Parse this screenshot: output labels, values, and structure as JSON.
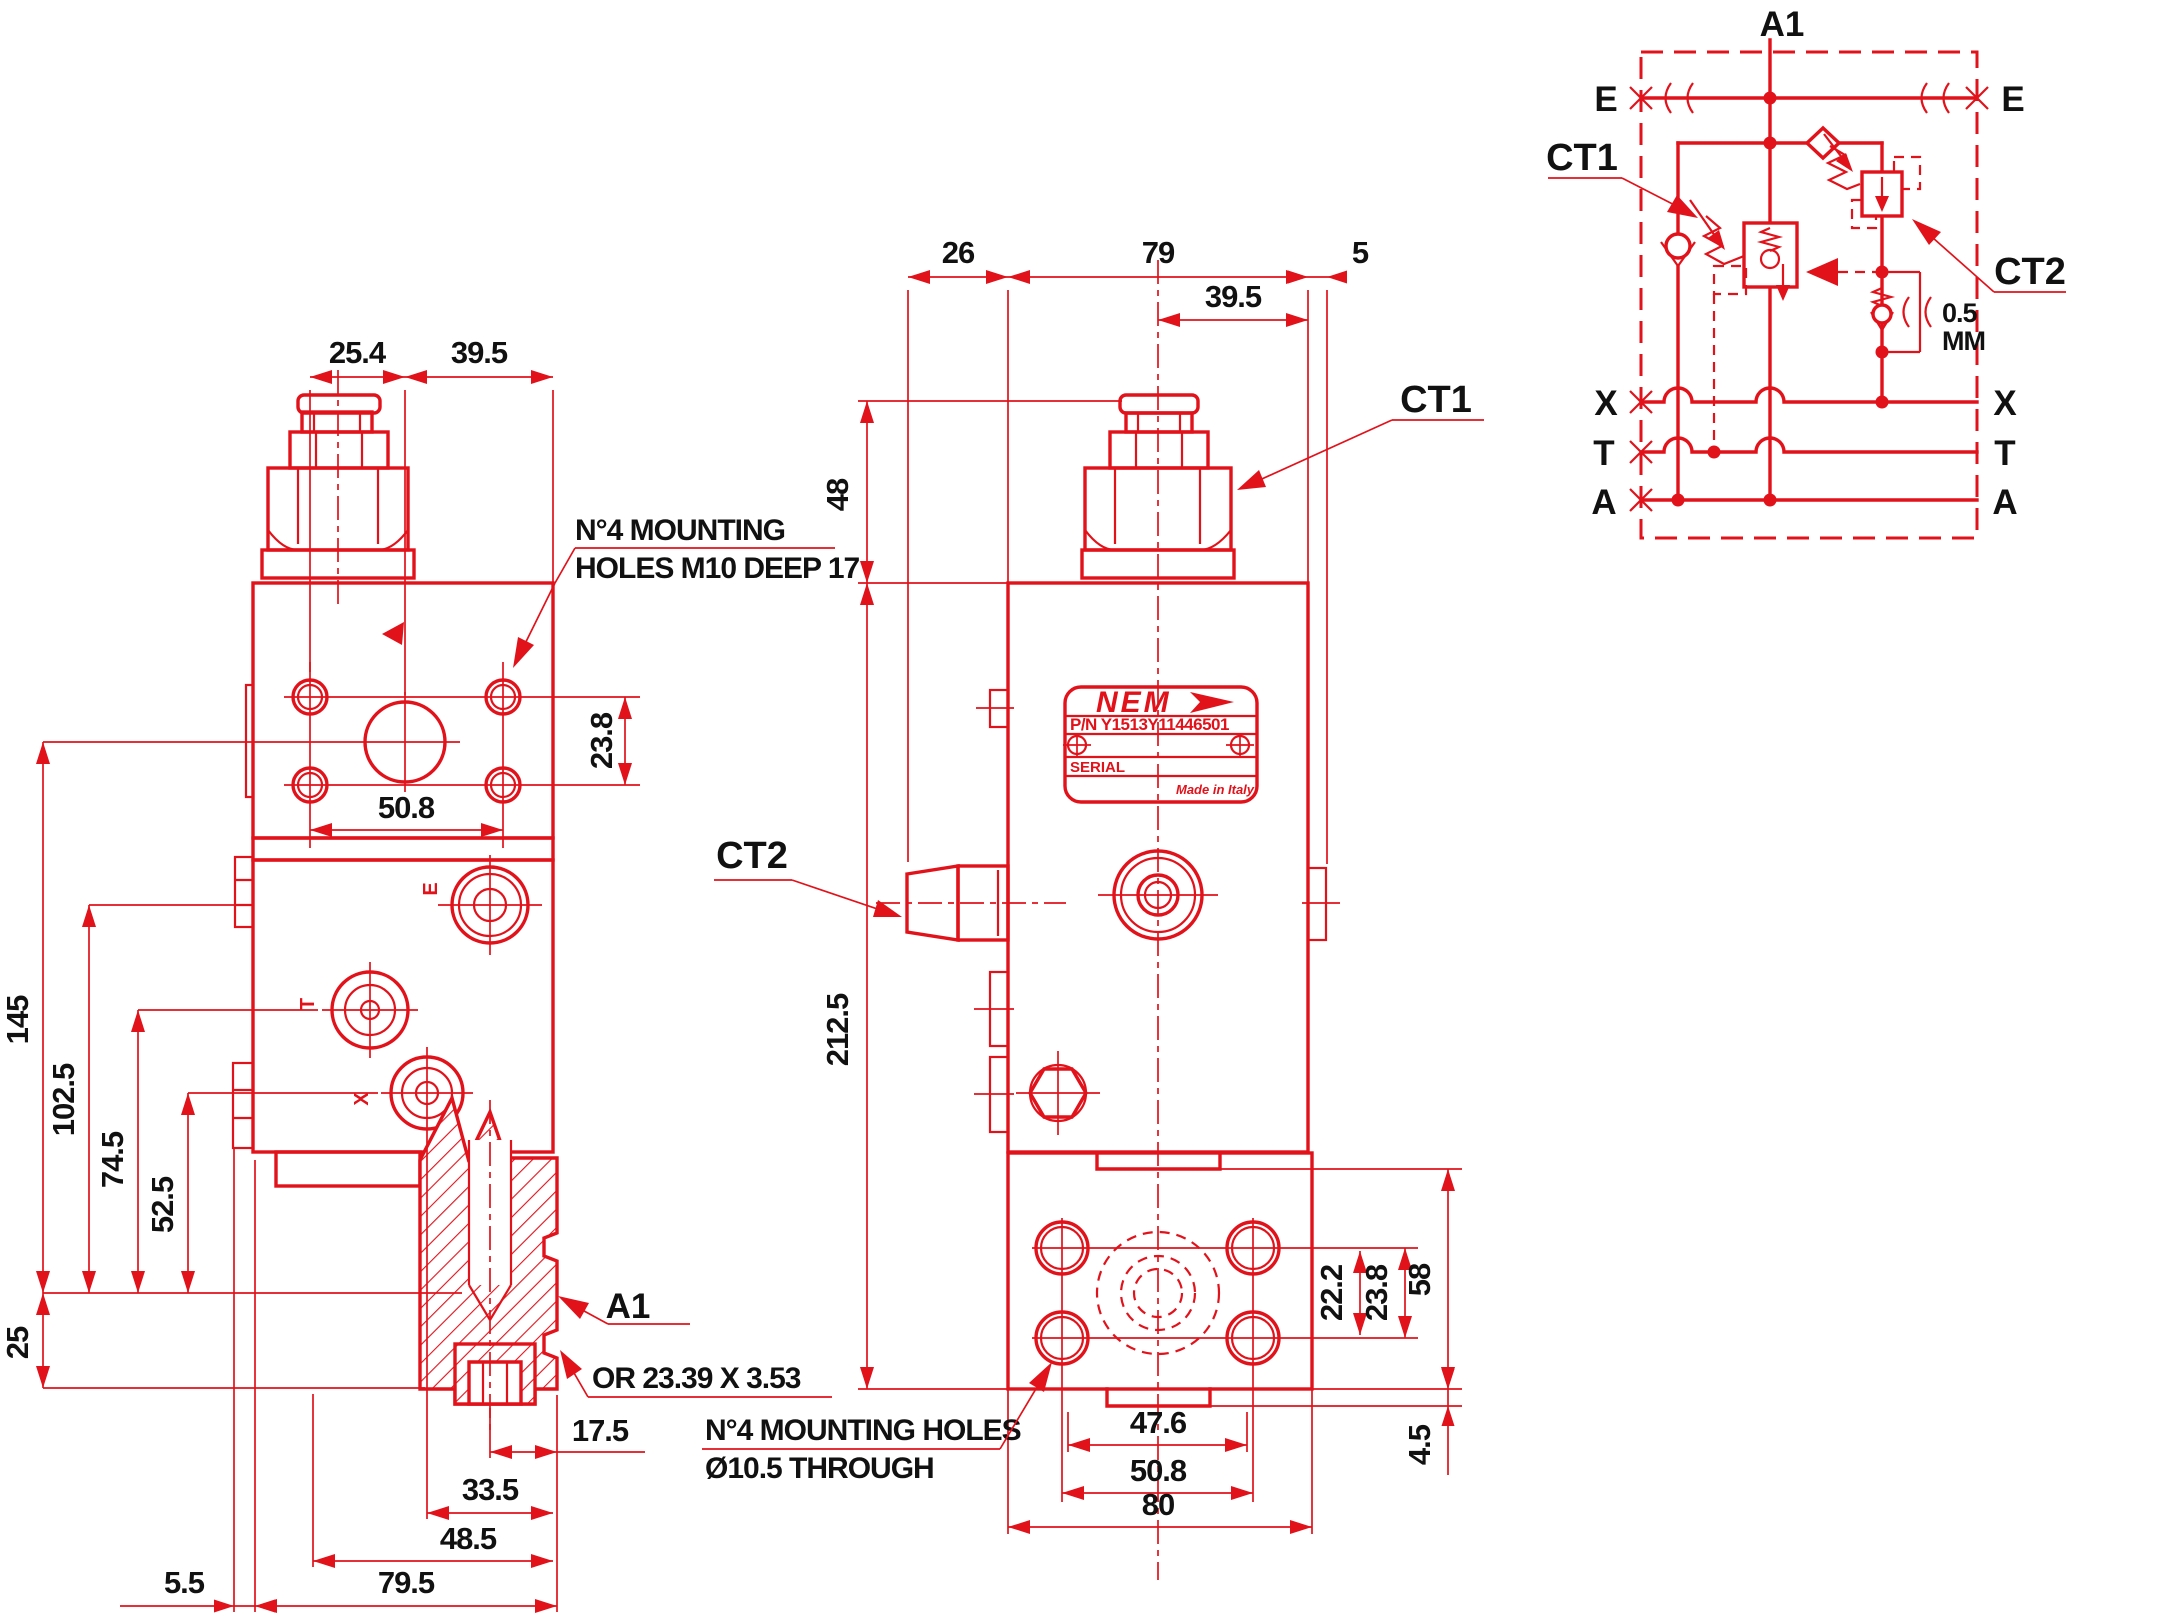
{
  "colors": {
    "line": "#e2121b",
    "text": "#111111",
    "background": "#ffffff"
  },
  "left_view": {
    "dims": {
      "nut_offset": "25.4",
      "edge_offset": "39.5",
      "hole_spacing_v": "23.8",
      "hole_spacing_h": "50.8",
      "height_total": "145",
      "height_e_port": "102.5",
      "height_t_port": "74.5",
      "height_x_port": "52.5",
      "height_bottom": "25",
      "bottom_to_face": "17.5",
      "bottom_33_5": "33.5",
      "bottom_48_5": "48.5",
      "bottom_79_5": "79.5",
      "bottom_5_5": "5.5"
    },
    "notes": {
      "mounting_line1": "N°4 MOUNTING",
      "mounting_line2": "HOLES M10 DEEP 17",
      "port_a1": "A1",
      "oring": "OR 23.39 X 3.53"
    },
    "port_marks": {
      "e": "E",
      "t": "T",
      "x": "X"
    }
  },
  "front_view": {
    "dims": {
      "d26": "26",
      "d79": "79",
      "d5": "5",
      "d39_5": "39.5",
      "d48": "48",
      "d212_5": "212.5",
      "d22_2": "22.2",
      "d23_8": "23.8",
      "d58": "58",
      "d4_5": "4.5",
      "d47_6": "47.6",
      "d50_8": "50.8",
      "d80": "80"
    },
    "notes": {
      "ct1": "CT1",
      "ct2": "CT2",
      "mounting_line1": "N°4 MOUNTING HOLES",
      "mounting_line2": "Ø10.5 THROUGH"
    },
    "nameplate": {
      "brand": "NEM",
      "pn": "P/N Y1513Y11446501",
      "serial": "SERIAL",
      "made_in": "Made in Italy"
    }
  },
  "schematic": {
    "title": "A1",
    "ports": {
      "e_left": "E",
      "e_right": "E",
      "x_left": "X",
      "x_right": "X",
      "t_left": "T",
      "t_right": "T",
      "a_left": "A",
      "a_right": "A"
    },
    "notes": {
      "ct1": "CT1",
      "ct2": "CT2",
      "orifice_value": "0.5",
      "orifice_unit": "MM"
    }
  }
}
